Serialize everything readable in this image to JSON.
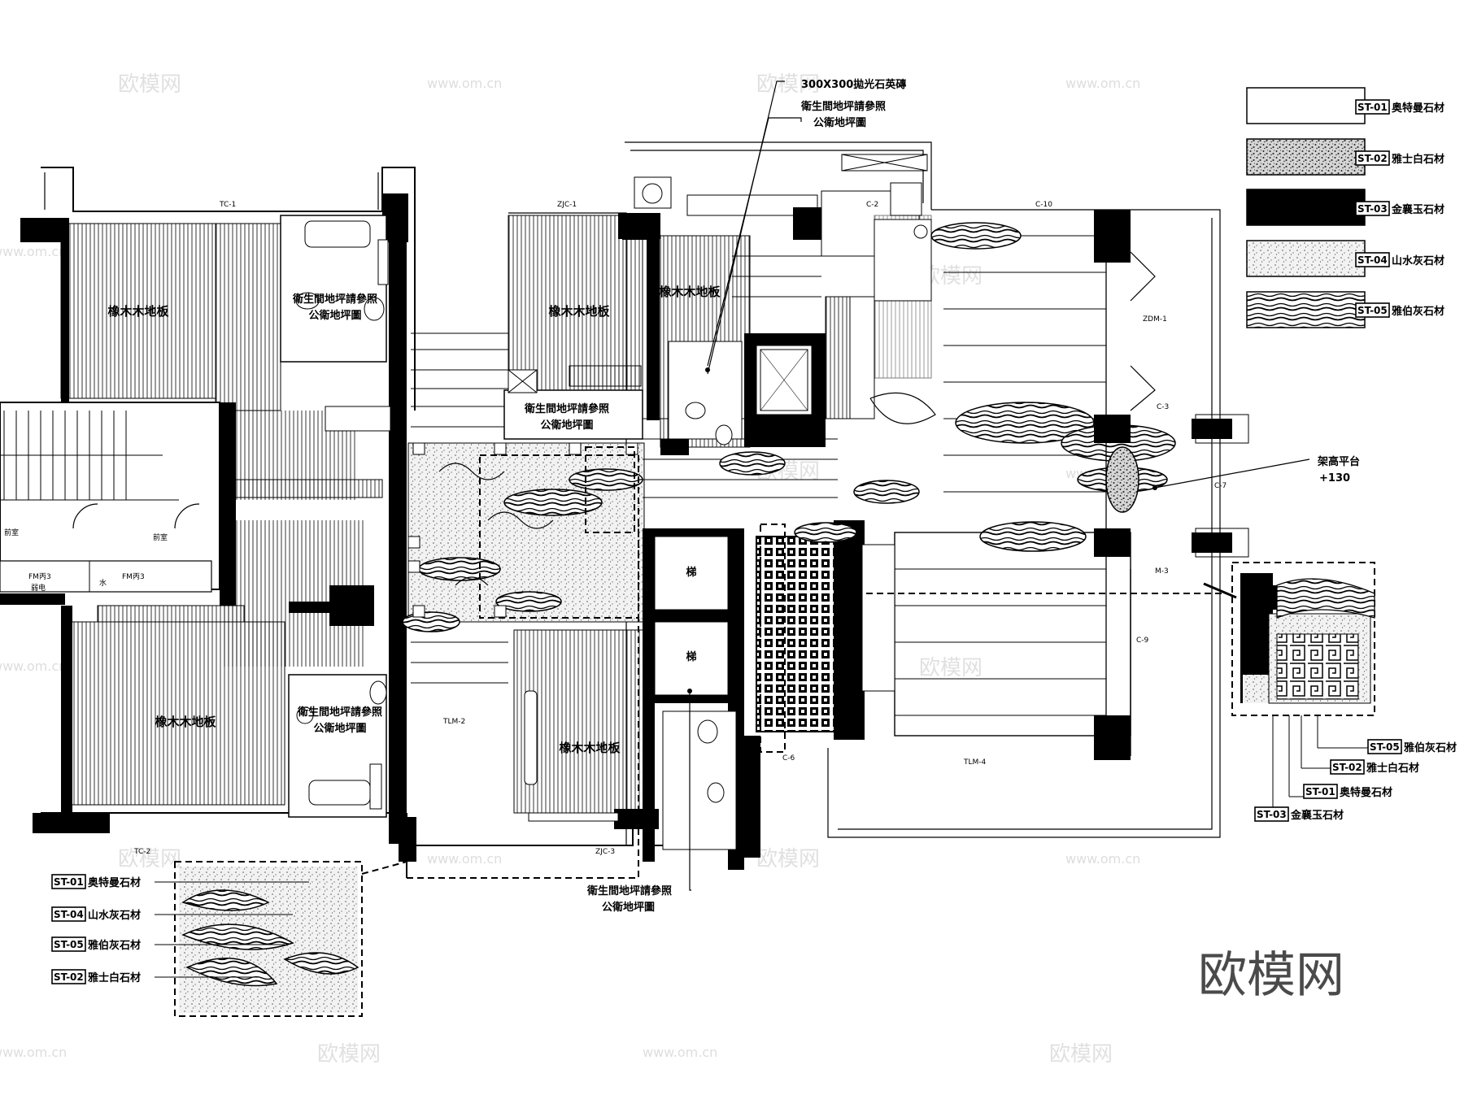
{
  "legend": {
    "items": [
      {
        "code": "ST-01",
        "name": "奥特曼石材",
        "pattern": "blank"
      },
      {
        "code": "ST-02",
        "name": "雅士白石材",
        "pattern": "speckle-dark"
      },
      {
        "code": "ST-03",
        "name": "金襄玉石材",
        "pattern": "solid"
      },
      {
        "code": "ST-04",
        "name": "山水灰石材",
        "pattern": "speckle-light"
      },
      {
        "code": "ST-05",
        "name": "雅伯灰石材",
        "pattern": "wave"
      }
    ]
  },
  "rooms": {
    "wood_floor": "橡木木地板",
    "bath_note_1": "衛生間地坪請參照",
    "bath_note_2": "公衛地坪圖",
    "stairs_label": "前室",
    "corridor_label": "前室",
    "fm1": "FM丙3",
    "fm2": "FM丙3",
    "water": "水",
    "elec": "弱电",
    "elevator": "梯"
  },
  "annotations": {
    "tile_1": "300X300拋光石英磚",
    "tile_2": "衛生間地坪請參照",
    "tile_3": "公衛地坪圖",
    "platform_1": "架高平台",
    "platform_2": "+130",
    "bottom_1": "衛生間地坪請參照",
    "bottom_2": "公衛地坪圖"
  },
  "tags": {
    "tc1": "TC-1",
    "tc2": "TC-2",
    "zjc1": "ZJC-1",
    "zjc3": "ZJC-3",
    "c2": "C-2",
    "c10": "C-10",
    "c3": "C-3",
    "c6": "C-6",
    "c7": "C-7",
    "c9": "C-9",
    "zdm1": "ZDM-1",
    "m3": "M-3",
    "tlm2": "TLM-2",
    "tlm4": "TLM-4"
  },
  "details": {
    "left": [
      {
        "code": "ST-01",
        "name": "奥特曼石材"
      },
      {
        "code": "ST-04",
        "name": "山水灰石材"
      },
      {
        "code": "ST-05",
        "name": "雅伯灰石材"
      },
      {
        "code": "ST-02",
        "name": "雅士白石材"
      }
    ],
    "right": [
      {
        "code": "ST-05",
        "name": "雅伯灰石材"
      },
      {
        "code": "ST-02",
        "name": "雅士白石材"
      },
      {
        "code": "ST-01",
        "name": "奥特曼石材"
      },
      {
        "code": "ST-03",
        "name": "金襄玉石材"
      }
    ]
  },
  "watermark": {
    "brand": "欧模网",
    "small": "欧模网",
    "url": "www.om.cn"
  }
}
